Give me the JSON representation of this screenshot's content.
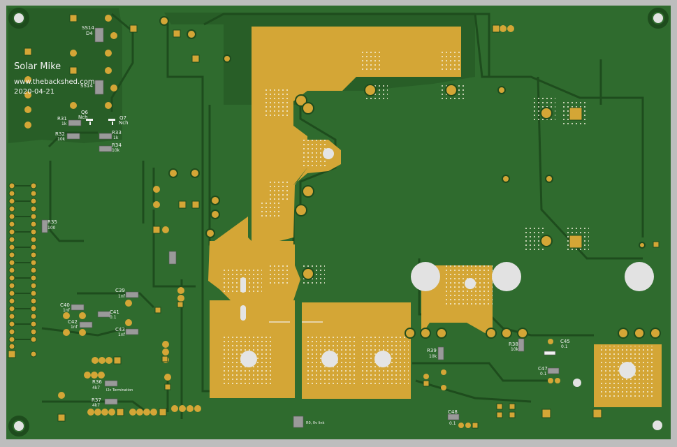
{
  "board": {
    "title": "Solar Mike",
    "url": "www.thebackshed.com",
    "date": "2020-04-21"
  },
  "colors": {
    "soldermask": "#2f6b2e",
    "trace": "#1f4f1f",
    "copper": "#d4a636",
    "silk": "#f2f2f2",
    "background": "#bdbdbd",
    "hole": "#e8e8e8"
  },
  "labels": {
    "ss14_top": "SS14",
    "d4": "D4",
    "ss14_bot": "SS14",
    "q6": "Q6",
    "q6_type": "Nch",
    "q7": "Q7",
    "q7_type": "Nch",
    "r31": "R31",
    "r31_val": "1k",
    "r32": "R32",
    "r32_val": "10k",
    "r33": "R33",
    "r33_val": "1k",
    "r34": "R34",
    "r34_val": "10k",
    "r35": "R35",
    "r35_val": "100",
    "c39": "C39",
    "c39_val": "1nf",
    "c40": "C40",
    "c40_val": "1nf",
    "c41": "C41",
    "c41_val": "0.1",
    "c42": "C42",
    "c42_val": "1nf",
    "c43": "C43",
    "c43_val": "1nf",
    "r36": "R36",
    "r36_val": "4k7",
    "i2c": "I2c Termination",
    "r37": "R37",
    "r37_val": "4k7",
    "r0": "R0, 0v link",
    "r39": "R39",
    "r39_val": "10k",
    "r38": "R38",
    "r38_val": "10k",
    "c45": "C45",
    "c45_val": "0.1",
    "c47": "C47",
    "c47_val": "0.1",
    "c48": "C48",
    "c48_val": "0.1"
  }
}
